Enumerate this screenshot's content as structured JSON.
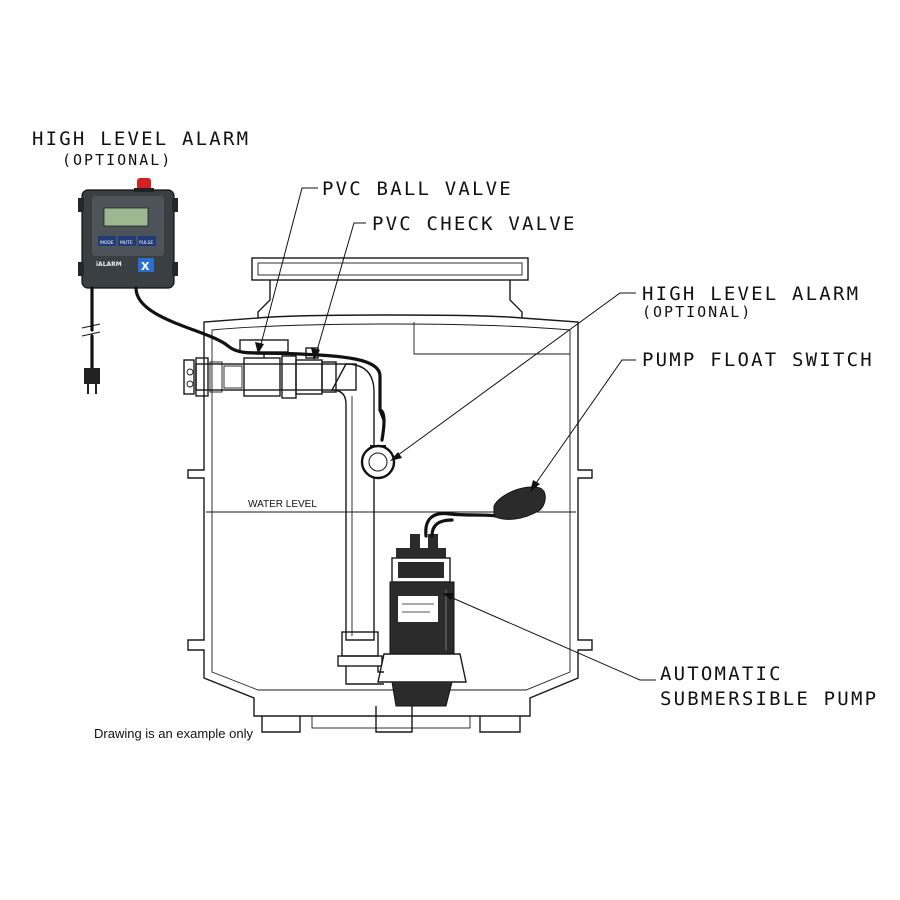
{
  "labels": {
    "alarm_panel_line1": "HIGH LEVEL ALARM",
    "alarm_panel_line2": "(OPTIONAL)",
    "ball_valve": "PVC BALL VALVE",
    "check_valve": "PVC CHECK VALVE",
    "alarm_float_line1": "HIGH LEVEL ALARM",
    "alarm_float_line2": "(OPTIONAL)",
    "pump_float": "PUMP FLOAT SWITCH",
    "pump_line1": "AUTOMATIC",
    "pump_line2": "SUBMERSIBLE PUMP",
    "water_level": "WATER LEVEL",
    "note": "Drawing is an example only"
  },
  "alarm_unit": {
    "brand": "iALARM",
    "buttons": [
      "MODE",
      "MUTE",
      "PULSE"
    ],
    "badge": "X",
    "body_color": "#3a3f44",
    "screen_color": "#9bb890",
    "beacon_color": "#d62020"
  },
  "colors": {
    "line": "#1a1a1a",
    "pump_dark": "#2b2b2b"
  }
}
